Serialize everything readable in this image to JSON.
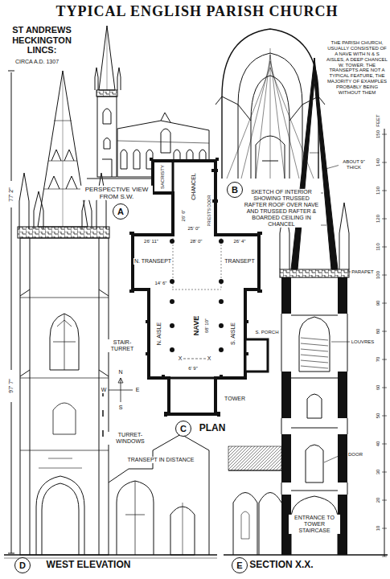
{
  "diagram": {
    "title": "TYPICAL ENGLISH PARISH CHURCH",
    "nodes": [
      {
        "text": [
          "A"
        ]
      },
      {
        "text": [
          "B"
        ]
      },
      {
        "text": [
          "C"
        ]
      },
      {
        "text": [
          "D"
        ]
      },
      {
        "text": [
          "E"
        ]
      }
    ],
    "labels": [
      "ST ANDREWS HECKINGTON LINCS:",
      "CIRCA A.D. 1307",
      "THE PARISH CHURCH, USUALLY CONSISTED OF A NAVE WITH N & S AISLES, A DEEP CHANCEL W. TOWER. THE TRANSEPTS ARE NOT A TYPICAL FEATURE, THE MAJORITY OF EXAMPLES PROBABLY BEING WITHOUT THEM",
      "PERSPECTIVE VIEW FROM S.W.",
      "SKETCH OF INTERIOR SHOWING TRUSSED RAFTER ROOF OVER NAVE AND TRUSSED RAFTER & BOARDED CEILING IN CHANCEL",
      "SACRISTY",
      "CHANCEL",
      "PRIEST'S DOOR",
      "26' 6\"",
      "25' 0\"",
      "26' 11\"",
      "28' 0\"",
      "26' 4\"",
      "N. TRANSEPT",
      "TRANSEPT",
      "NAVE",
      "14' 6\"",
      "68' 10\"",
      "N. AISLE",
      "S. AISLE",
      "S. PORCH",
      "X",
      "X",
      "6' 9\"",
      "TOWER",
      "N",
      "E",
      "W",
      "S",
      "PLAN",
      "77' 2\"",
      "97' 7\"",
      "STAIR-TURRET",
      "TURRET-WINDOWS",
      "TRANSEPT IN DISTANCE",
      "WEST ELEVATION",
      "ABOUT 9\" THICK",
      "PARAPET",
      "LOUVRES",
      "DOOR",
      "ENTRANCE TO TOWER STAIRCASE",
      "SECTION X.X.",
      "FEET",
      "150",
      "140",
      "130",
      "120",
      "110",
      "100",
      "90",
      "80",
      "70",
      "60",
      "50",
      "40",
      "30",
      "20",
      "10"
    ]
  }
}
